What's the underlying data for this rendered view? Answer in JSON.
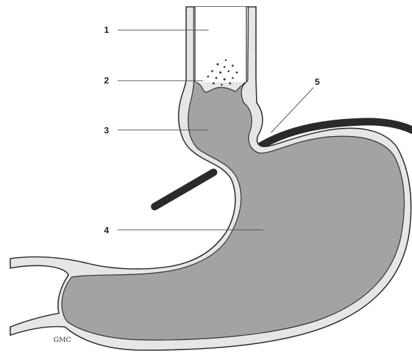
{
  "colors": {
    "background": "#ffffff",
    "lumen": "#a3a3a3",
    "wall": "#e6e6e6",
    "outline": "#2c2c2c",
    "leader": "#555555",
    "band": "#2a2a2a"
  },
  "labels": [
    {
      "id": "1",
      "text": "1"
    },
    {
      "id": "2",
      "text": "2"
    },
    {
      "id": "3",
      "text": "3"
    },
    {
      "id": "4",
      "text": "4"
    },
    {
      "id": "5",
      "text": "5"
    }
  ],
  "signature": "GMC"
}
